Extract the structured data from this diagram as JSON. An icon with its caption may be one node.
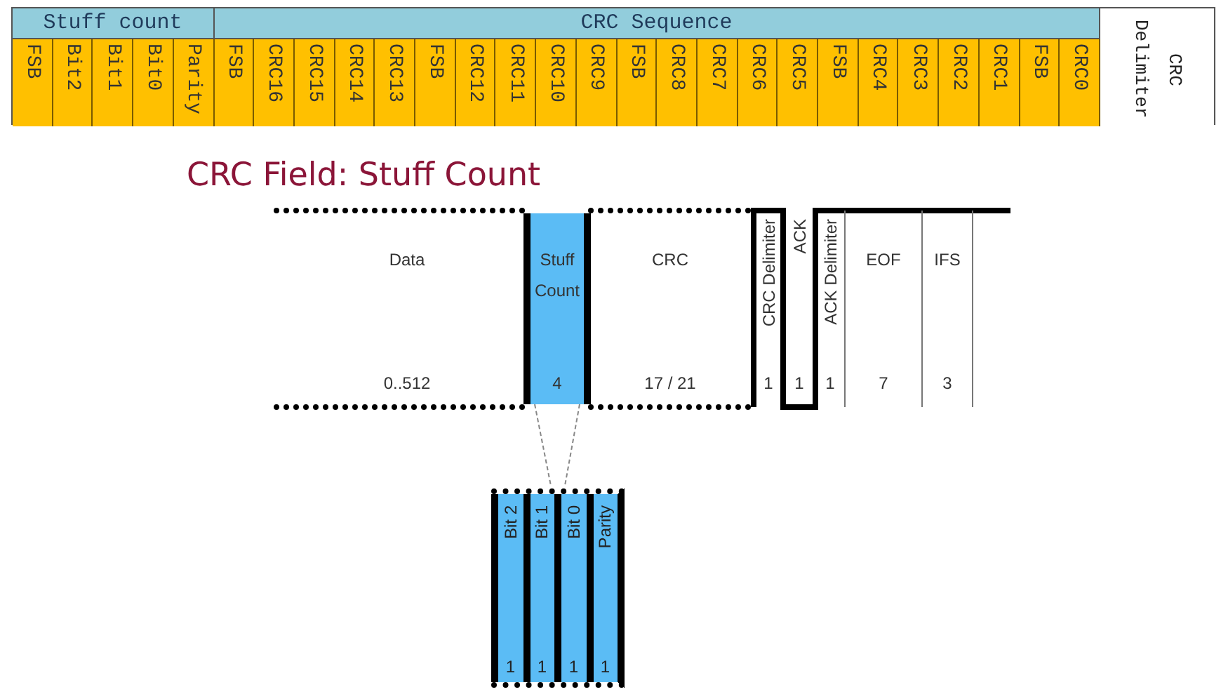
{
  "diagram": {
    "title": "CRC Field: Stuff Count",
    "nodes": [
      {
        "text": [
          "Data",
          "0..512"
        ]
      },
      {
        "text": [
          "Stuff Count",
          "4"
        ]
      },
      {
        "text": [
          "CRC",
          "17 / 21"
        ]
      },
      {
        "text": [
          "CRC Delimiter",
          "1"
        ]
      },
      {
        "text": [
          "ACK",
          "1"
        ]
      },
      {
        "text": [
          "ACK Delimiter",
          "1"
        ]
      },
      {
        "text": [
          "EOF",
          "7"
        ]
      },
      {
        "text": [
          "IFS",
          "3"
        ]
      },
      {
        "text": [],
        "shape": "box"
      },
      {
        "text": [
          "Bit 2",
          "1"
        ],
        "in": 8
      },
      {
        "text": [
          "Bit 1",
          "1"
        ],
        "in": 8
      },
      {
        "text": [
          "Bit 0",
          "1"
        ],
        "in": 8
      },
      {
        "text": [
          "Parity",
          "1"
        ],
        "in": 8
      }
    ],
    "edges": [
      {
        "from": 1,
        "to": 8,
        "arrow": "none"
      },
      {
        "from": 1,
        "to": 8,
        "arrow": "none"
      }
    ],
    "labels": [
      "Stuff count",
      "CRC Sequence",
      "CRC Delimiter",
      "FSB",
      "Bit2",
      "Bit1",
      "Bit0",
      "Parity",
      "FSB",
      "CRC16",
      "CRC15",
      "CRC14",
      "CRC13",
      "FSB",
      "CRC12",
      "CRC11",
      "CRC10",
      "CRC9",
      "FSB",
      "CRC8",
      "CRC7",
      "CRC6",
      "CRC5",
      "FSB",
      "CRC4",
      "CRC3",
      "CRC2",
      "CRC1",
      "FSB",
      "CRC0"
    ]
  }
}
